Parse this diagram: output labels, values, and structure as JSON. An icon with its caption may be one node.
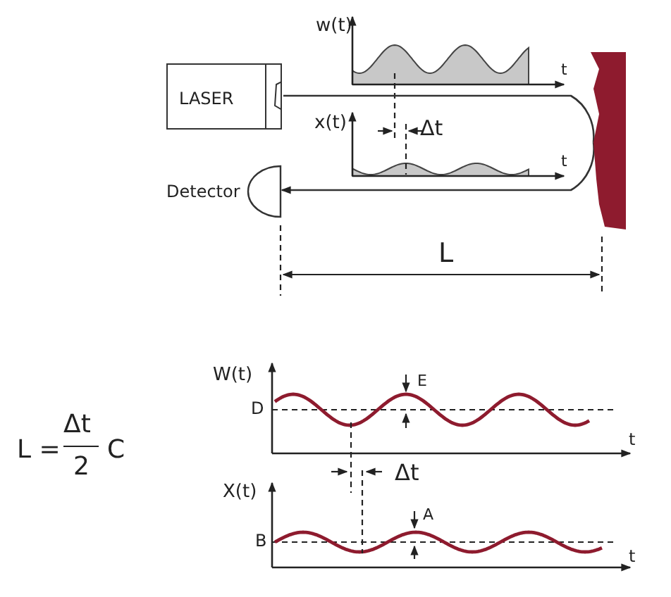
{
  "diagram": {
    "nodes": [
      {
        "text": [
          "LASER"
        ]
      },
      {
        "text": [],
        "shape": "semicircle",
        "beside": [
          "Detector"
        ]
      },
      {
        "text": [],
        "shape": "bar"
      }
    ],
    "edges": [
      {
        "from": 0,
        "to": 2,
        "arrow": "none"
      },
      {
        "from": 2,
        "to": 1,
        "arrow": "to"
      }
    ],
    "labels": [
      "w(t)",
      "t",
      "x(t)",
      "Δt",
      "t",
      "L",
      "L =",
      "Δt",
      "2",
      "C",
      "W(t)",
      "E",
      "D",
      "t",
      "Δt",
      "X(t)",
      "A",
      "B",
      "t"
    ]
  }
}
